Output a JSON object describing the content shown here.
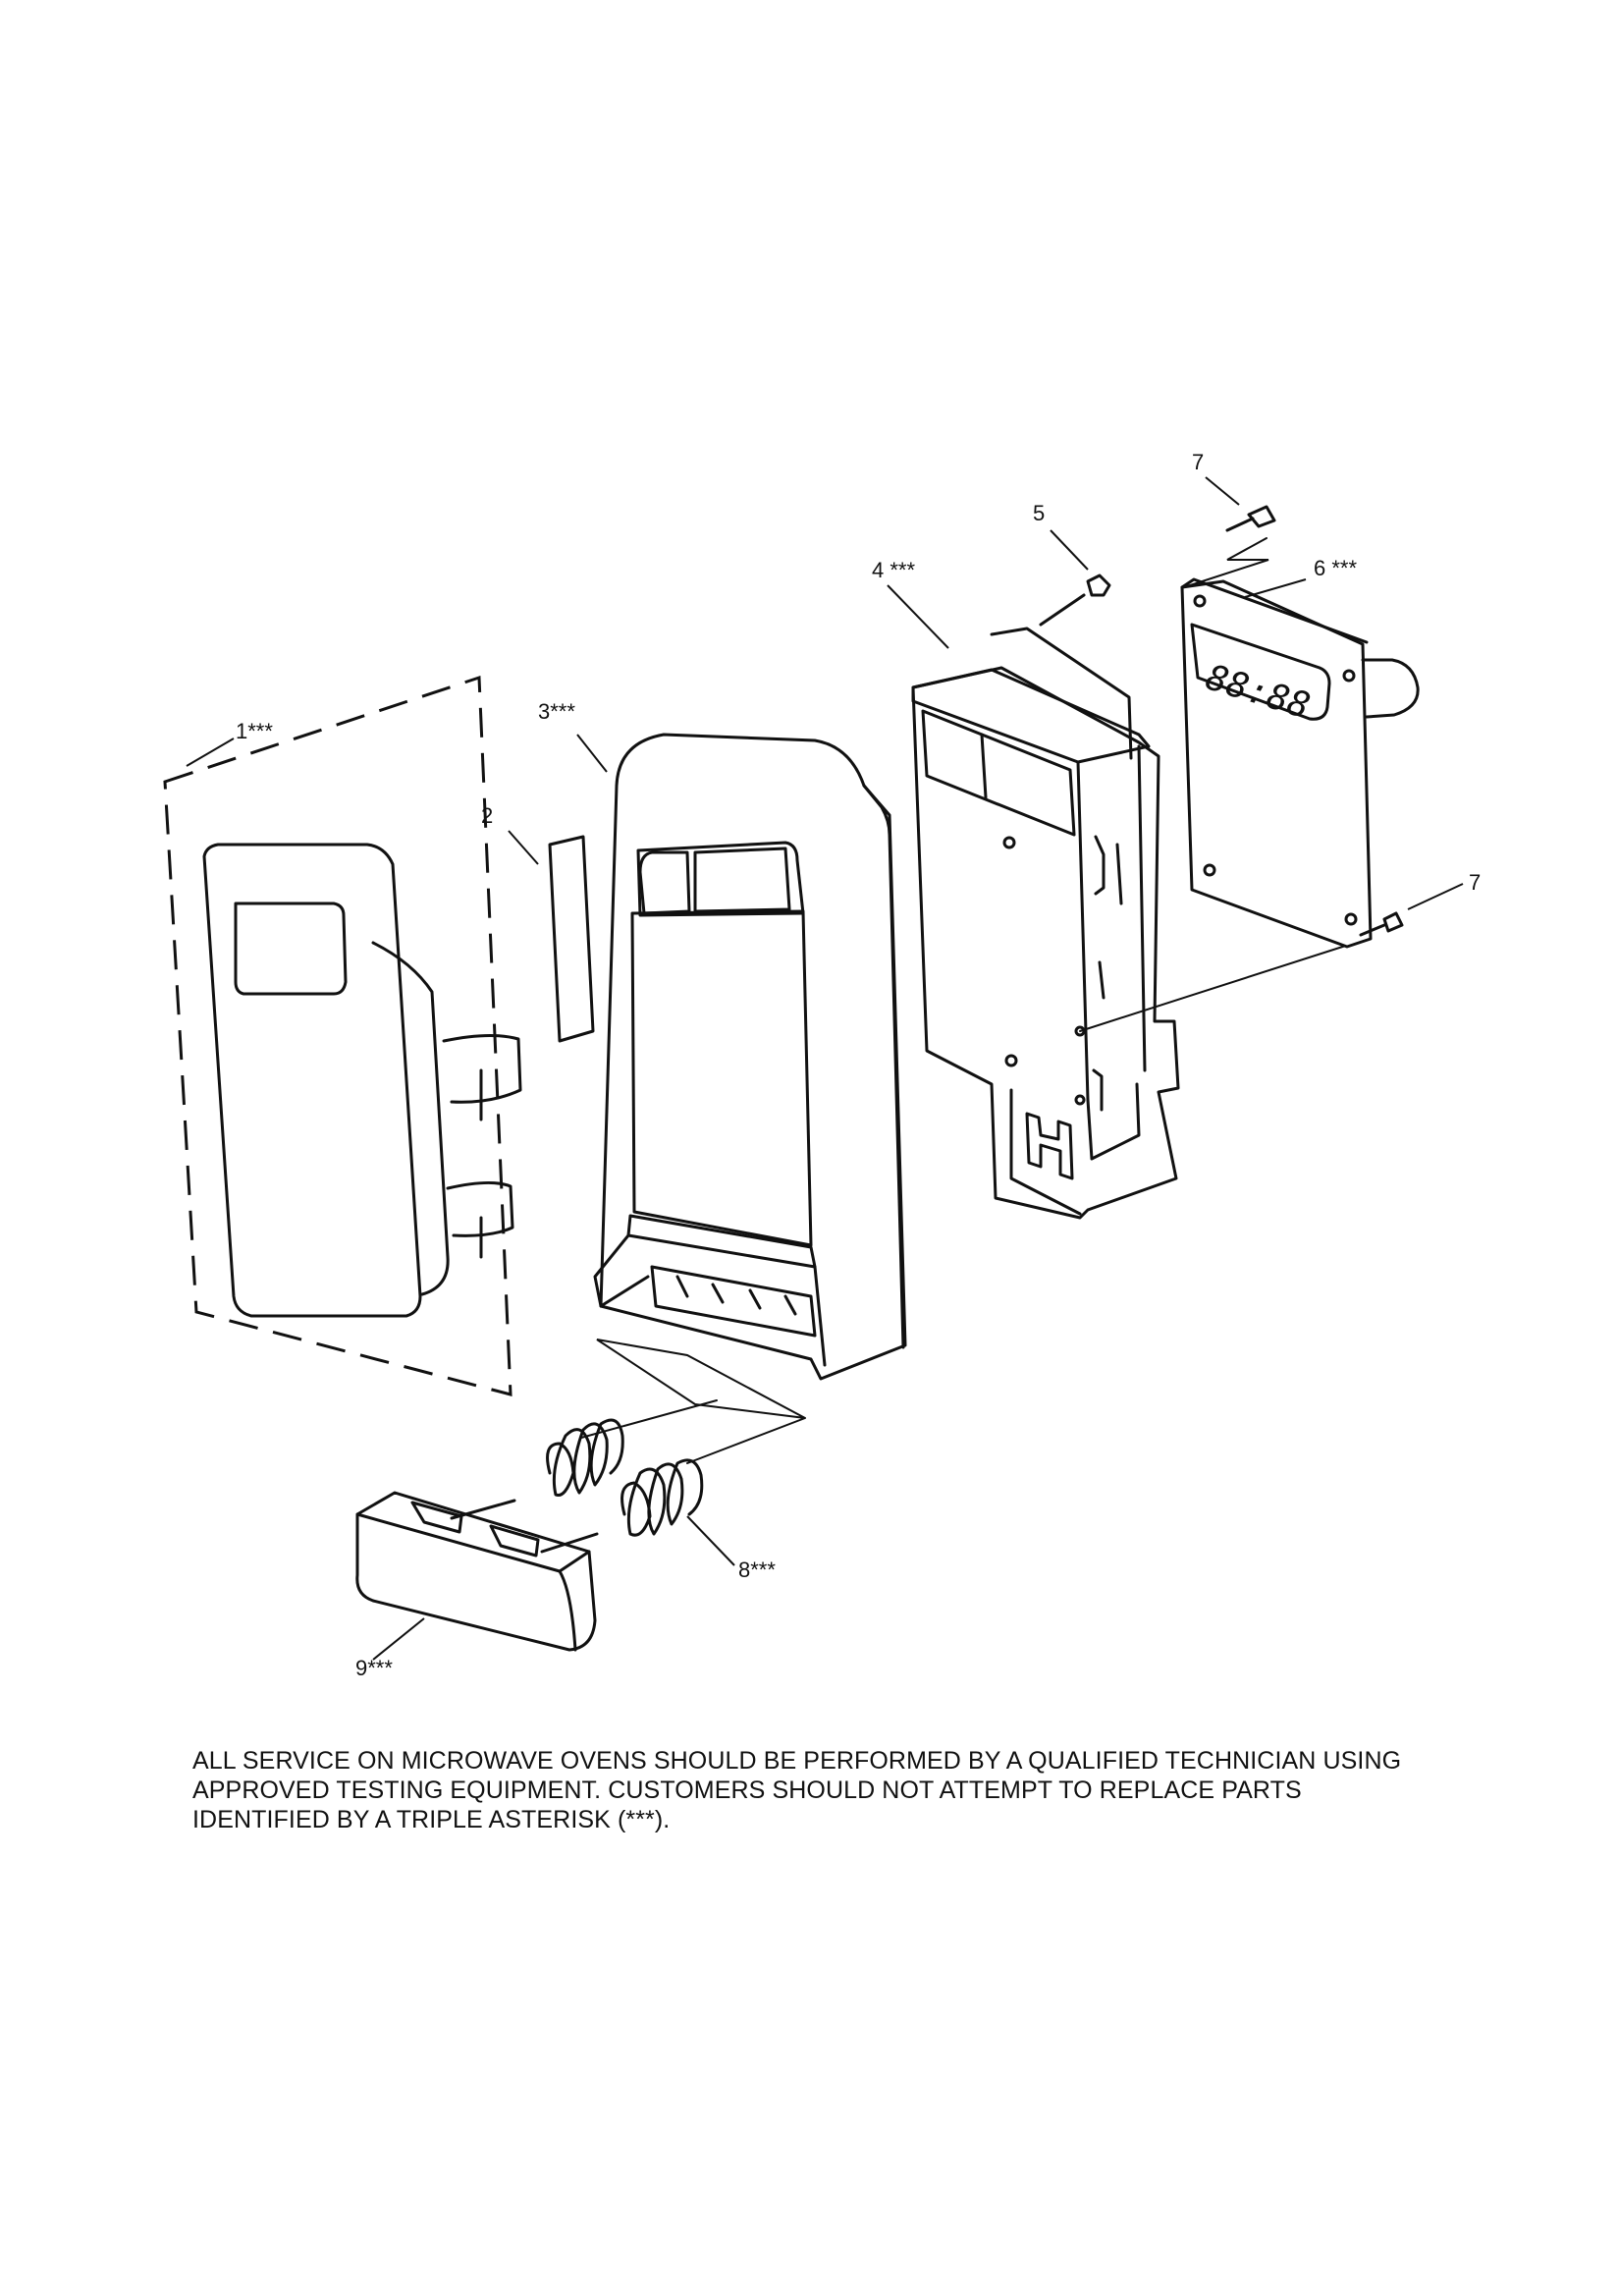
{
  "callouts": {
    "c1": "1***",
    "c2": "2",
    "c3": "3***",
    "c4": "4 ***",
    "c5": "5",
    "c6": "6 ***",
    "c7a": "7",
    "c7b": "7",
    "c8": "8***",
    "c9": "9***"
  },
  "display_text": "88:88",
  "footer": {
    "line1": "ALL SERVICE ON MICROWAVE OVENS SHOULD BE PERFORMED BY A  QUALIFIED TECHNICIAN USING",
    "line2": "APPROVED TESTING EQUIPMENT.  CUSTOMERS SHOULD NOT ATTEMPT TO REPLACE PARTS",
    "line3": "IDENTIFIED BY A TRIPLE ASTERISK (***)."
  }
}
